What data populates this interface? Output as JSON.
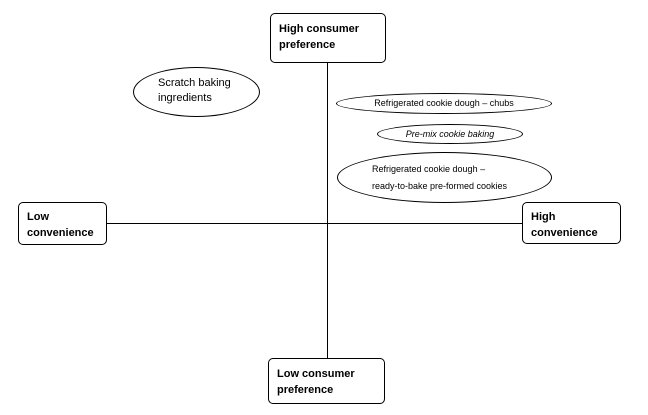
{
  "axes": {
    "top_label": [
      "High consumer",
      "preference"
    ],
    "bottom_label": [
      "Low consumer",
      "preference"
    ],
    "left_label": [
      "Low",
      "convenience"
    ],
    "right_label": [
      "High",
      "convenience"
    ]
  },
  "items": {
    "scratch": [
      "Scratch baking",
      "ingredients"
    ],
    "chubs": "Refrigerated cookie dough – chubs",
    "premix": "Pre-mix cookie baking",
    "rtb": [
      "Refrigerated cookie dough –",
      "ready-to-bake pre-formed cookies"
    ]
  }
}
